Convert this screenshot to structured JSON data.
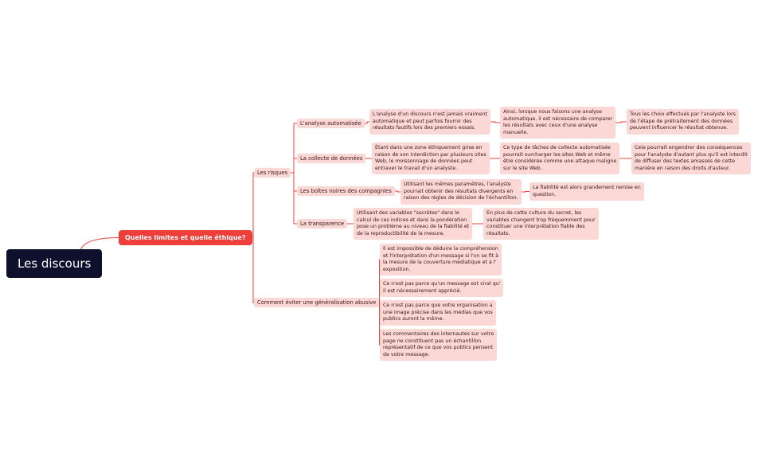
{
  "mindmap": {
    "root": "Les discours",
    "main": "Quelles limites et quelle éthique?",
    "risques": {
      "label": "Les risques",
      "items": [
        {
          "label": "L'analyse automatisée",
          "n1": [
            "L'analyse d'un discours n'est jamais vraiment",
            "automatique et peut parfois fournir des",
            "résultats fautifs lors des premiers essais."
          ],
          "n2": [
            "Ainsi, lorsque nous faisons une analyse",
            "automatique, il est nécessaire de comparer",
            "les résultats avec ceux d'une analyse",
            "manuelle."
          ],
          "n3": [
            "Tous les choix effectués par l'analyste lors",
            "de l'étape de prétraitement des données",
            "peuvent influencer le résultat obtenue."
          ]
        },
        {
          "label": "La collecte de données",
          "n1": [
            "Étant dans une zone éthiquement grise en",
            "raison de son interdiction par plusieurs sites",
            "Web, le moissonnage de données peut",
            "entraver le travail d'un analyste."
          ],
          "n2": [
            "Ce type de tâches de collecte automatisée",
            "pourrait surcharger les sites Web et même",
            "être considérée comme une attaque maligne",
            "sur le site Web."
          ],
          "n3": [
            "Cela pourrait engendrer des conséquences",
            "pour l'analyste d'autant plus qu'il est interdit",
            "de diffuser des textes amassés de cette",
            "manière en raison des droits d'auteur."
          ]
        },
        {
          "label": "Les boîtes noires des compagnies",
          "n1": [
            "Utilisant les mêmes paramètres, l'analyste",
            "pourrait obtenir des résultats divergents en",
            "raison des règles de décision de l'échantillon."
          ],
          "n2": [
            "La fiabilité est alors grandement remise en",
            "question."
          ]
        },
        {
          "label": "La transparence",
          "n1": [
            "Utilisant des variables \"secrètes\" dans le",
            "calcul de ces indices et dans la pondération",
            "pose un problème au niveau de la fiabilité et",
            "de la reproductibilité de la mesure."
          ],
          "n2": [
            "En plus de cette culture du secret, les",
            "variables changent trop fréquemment pour",
            "constituer une interprétation fiable des",
            "résultats."
          ]
        }
      ]
    },
    "generalisation": {
      "label": "Comment éviter une généralisation abusive",
      "items": [
        [
          "Il est impossible de déduire la compréhension",
          "et l'interprétation d'un message si l'on se fit à",
          "la mesure de la couverture médiatique et à l'",
          "exposition."
        ],
        [
          "Ce n'est pas parce qu'un message est viral qu'",
          "il est nécessairement apprécié."
        ],
        [
          "Ce n'est pas parce que votre organisation a",
          "une image précise dans les médias que vos",
          "publics auront la même."
        ],
        [
          "Les commentaires des internautes sur votre",
          "page ne constituent pas un échantillon",
          "représentatif de ce que vos publics pensent",
          "de votre message."
        ]
      ]
    }
  },
  "colors": {
    "root_bg": "#0f0f2e",
    "main_bg": "#ee3f3b",
    "node_bg": "#fbd7d6",
    "edge": "#ee3f3b"
  }
}
